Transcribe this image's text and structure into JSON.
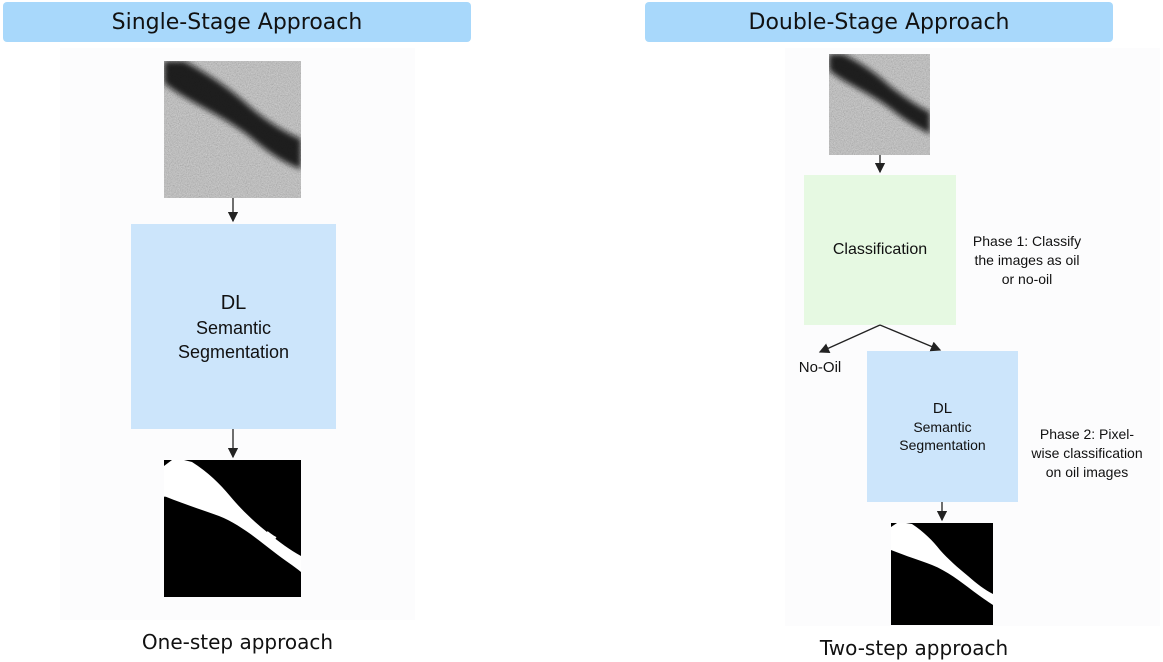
{
  "single_stage": {
    "title": "Single-Stage Approach",
    "dl_label": "DL",
    "seg_line1": "Semantic",
    "seg_line2": "Segmentation",
    "caption": "One-step approach"
  },
  "double_stage": {
    "title": "Double-Stage Approach",
    "classification_label": "Classification",
    "phase1_line1": "Phase 1: Classify",
    "phase1_line2": "the images as oil",
    "phase1_line3": "or no-oil",
    "no_oil_label": "No-Oil",
    "dl_label": "DL",
    "seg_line1": "Semantic",
    "seg_line2": "Segmentation",
    "phase2_line1": "Phase 2: Pixel-",
    "phase2_line2": "wise classification",
    "phase2_line3": "on oil images",
    "caption": "Two-step approach"
  },
  "colors": {
    "header_bg": "#a8d8fb",
    "dl_box_bg": "#cce5fb",
    "classification_box_bg": "#e6f9e2"
  }
}
